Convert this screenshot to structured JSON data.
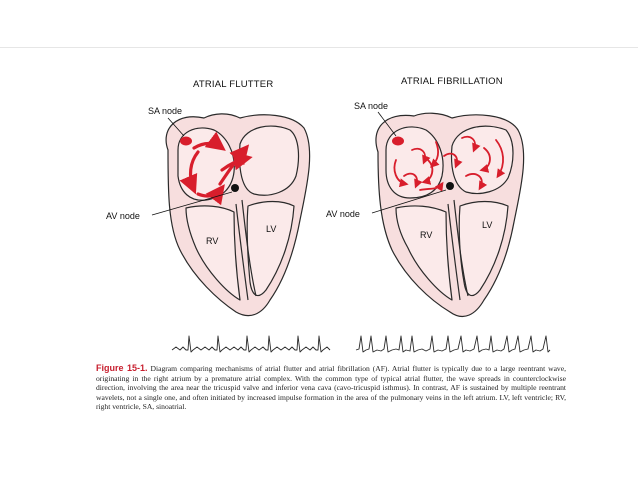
{
  "panels": {
    "flutter": {
      "title": "ATRIAL FLUTTER",
      "sa_node": "SA node",
      "av_node": "AV node",
      "rv": "RV",
      "lv": "LV"
    },
    "fibrillation": {
      "title": "ATRIAL FIBRILLATION",
      "sa_node": "SA node",
      "av_node": "AV node",
      "rv": "RV",
      "lv": "LV"
    }
  },
  "caption": {
    "figure_label": "Figure 15-1.",
    "text": "Diagram comparing mechanisms of atrial flutter and atrial fibrillation (AF). Atrial flutter is typically due to a large reentrant wave, originating in the right atrium by a premature atrial complex. With the common type of typical atrial flutter, the wave spreads in counterclockwise direction, involving the area near the tricuspid valve and inferior vena cava (cavo-tricuspid isthmus). In contrast, AF is sustained by multiple reentrant wavelets, not a single one, and often initiated by increased impulse formation in the area of the pulmonary veins in the left atrium. LV, left ventricle; RV, right ventricle, SA, sinoatrial."
  },
  "colors": {
    "heart_fill": "#f7dede",
    "chamber_fill": "#fbeaea",
    "outline": "#2a2a2a",
    "arrow_red": "#d81e2c"
  }
}
